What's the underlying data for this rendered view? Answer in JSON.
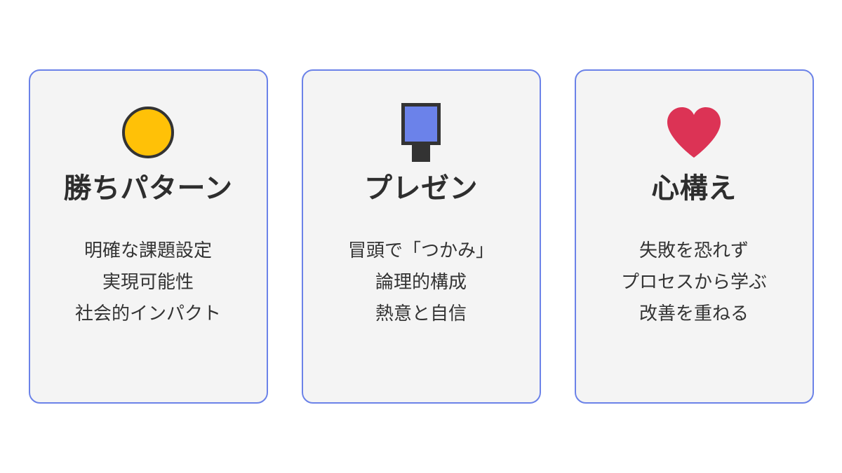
{
  "theme": {
    "page_background": "#ffffff",
    "card_background": "#f4f4f4",
    "card_border": "#6b82e8",
    "title_color": "#2e2e2e",
    "body_color": "#333333"
  },
  "cards": [
    {
      "icon": "gold-circle-icon",
      "icon_color": "#ffc107",
      "title": "勝ちパターン",
      "lines": [
        "明確な課題設定",
        "実現可能性",
        "社会的インパクト"
      ]
    },
    {
      "icon": "presentation-board-icon",
      "icon_color": "#6b82ea",
      "title": "プレゼン",
      "lines": [
        "冒頭で「つかみ」",
        "論理的構成",
        "熱意と自信"
      ]
    },
    {
      "icon": "heart-icon",
      "icon_color": "#dc3355",
      "title": "心構え",
      "lines": [
        "失敗を恐れず",
        "プロセスから学ぶ",
        "改善を重ねる"
      ]
    }
  ]
}
